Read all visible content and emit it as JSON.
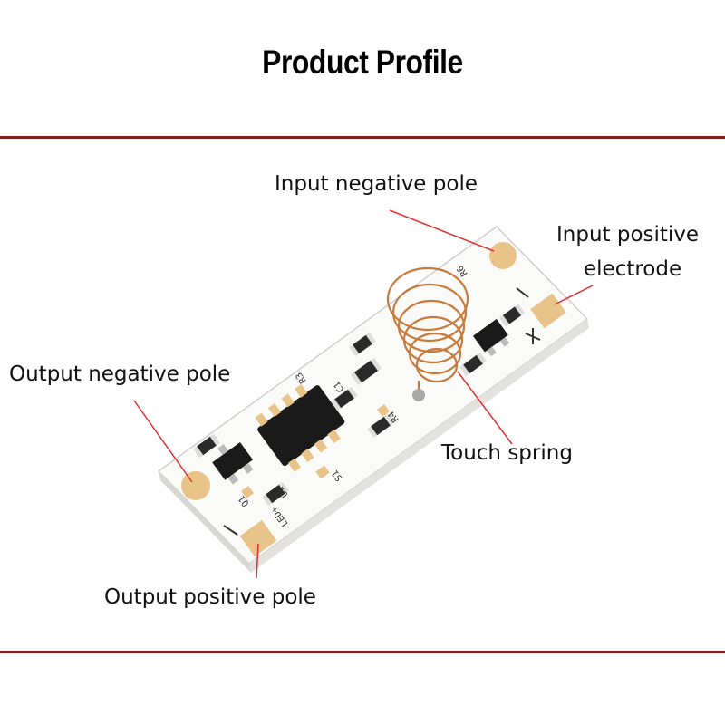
{
  "title": "Product Profile",
  "labels": {
    "input_negative": "Input negative pole",
    "input_positive_line1": "Input positive",
    "input_positive_line2": "electrode",
    "output_negative": "Output negative pole",
    "touch_spring": "Touch spring",
    "output_positive": "Output positive pole"
  },
  "board_markings": {
    "led_plus": "LED+",
    "r4": "R4",
    "c1": "C1",
    "s1": "S1",
    "u1": "U1",
    "q1": "Q1",
    "r6": "R6",
    "r3": "R3"
  },
  "colors": {
    "rule": "#8b1a1a",
    "leader": "#e03030",
    "board": "#f4f4f2",
    "pad": "#e9c48a",
    "spring": "#c87a3c"
  }
}
